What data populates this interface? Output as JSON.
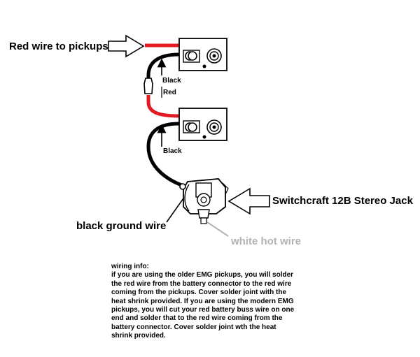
{
  "labels": {
    "red_wire_to_pickups": "Red wire to pickups",
    "switchcraft_jack": "Switchcraft 12B Stereo Jack",
    "black_ground_wire": "black ground wire",
    "white_hot_wire": "white hot wire",
    "black_1": "Black",
    "red": "Red",
    "black_2": "Black"
  },
  "wiring_info": {
    "title": "wiring info:",
    "lines": [
      "if you are using the older EMG pickups, you will solder",
      "the red wire from the battery connector to the red wire",
      "coming from the pickups. Cover solder joint with the",
      "heat shrink provided. If you are using the modern EMG",
      "pickups, you will cut your red battery buss wire on one",
      "end and solder that to the red wire coming from the",
      "battery connector. Cover solder joint wth the heat",
      "shrink provided."
    ]
  },
  "colors": {
    "red_wire": "#e21b23",
    "black_wire": "#000000",
    "white_hot_wire_label": "#b3b3b3"
  }
}
